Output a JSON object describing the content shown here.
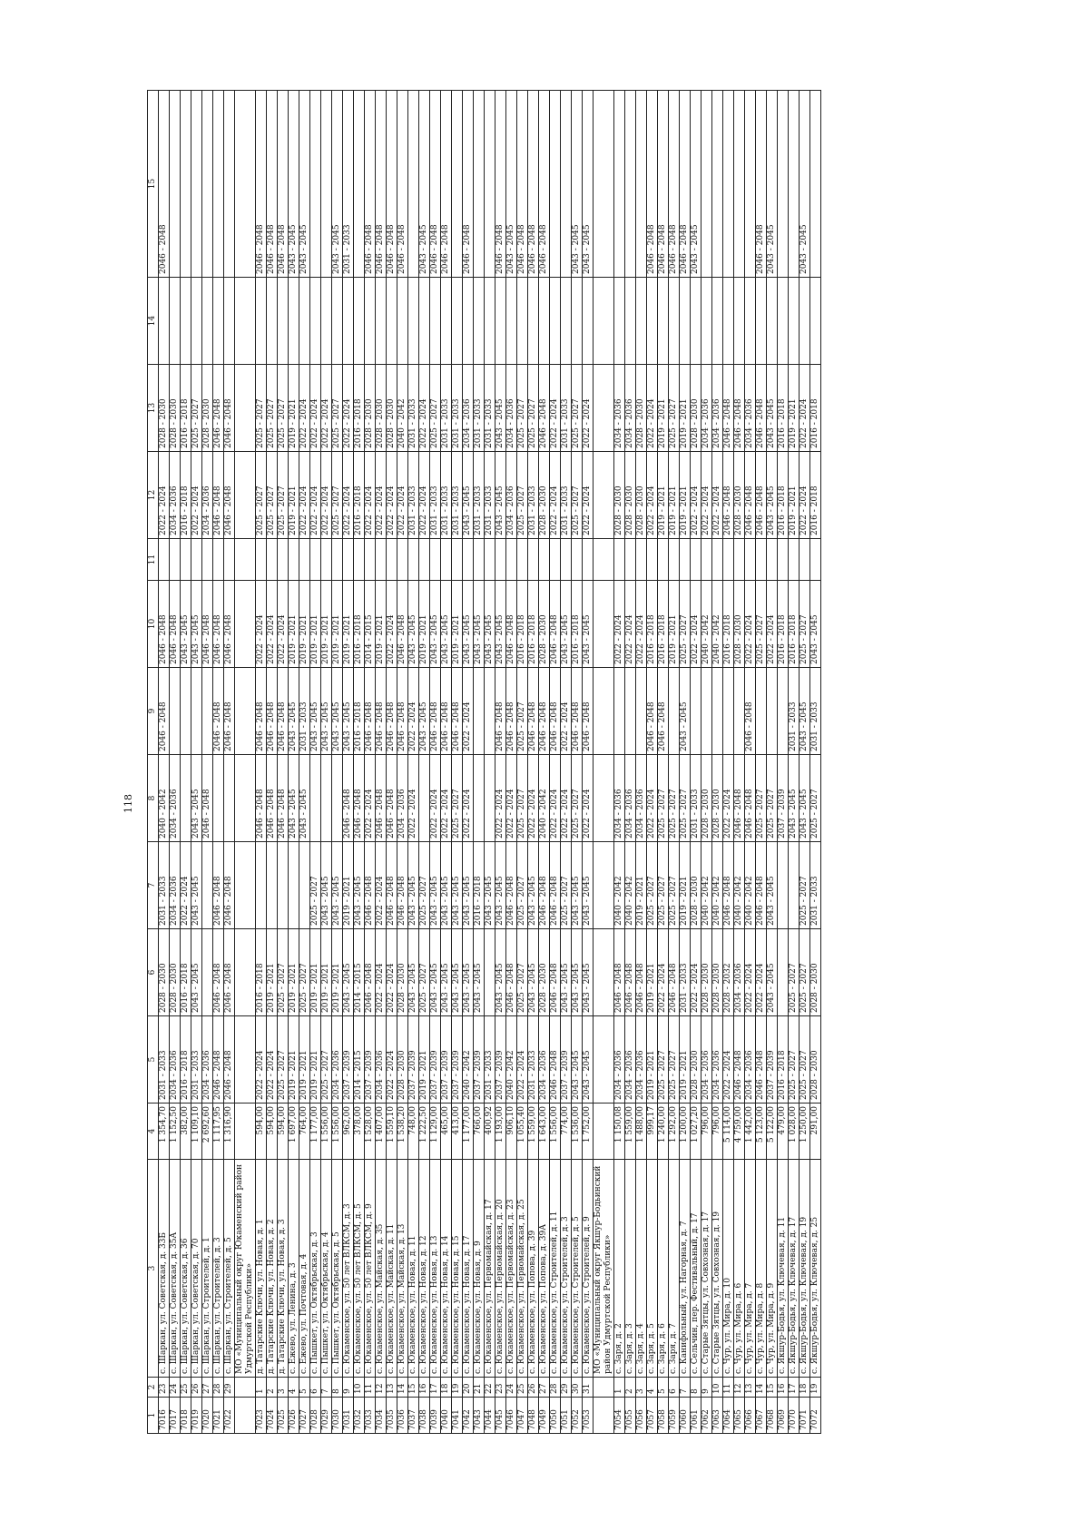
{
  "page_number": "118",
  "columns": [
    "1",
    "2",
    "3",
    "4",
    "5",
    "6",
    "7",
    "8",
    "9",
    "10",
    "11",
    "12",
    "13",
    "14",
    "15"
  ],
  "rows": [
    {
      "c": [
        "7016",
        "23",
        "с. Шаркан, ул. Советская, д. 33Б",
        "1 354,70",
        "2031 - 2033",
        "2028 - 2030",
        "2031 - 2033",
        "2040 - 2042",
        "2046 - 2048",
        "2046 - 2048",
        "",
        "2022 - 2024",
        "2028 - 2030",
        "",
        "2046 - 2048"
      ]
    },
    {
      "c": [
        "7017",
        "24",
        "с. Шаркан, ул. Советская, д. 35А",
        "1 152,50",
        "2034 - 2036",
        "2028 - 2030",
        "2034 - 2036",
        "2034 - 2036",
        "",
        "2046 - 2048",
        "",
        "2034 - 2036",
        "2028 - 2030",
        "",
        ""
      ]
    },
    {
      "c": [
        "7018",
        "25",
        "с. Шаркан, ул. Советская, д. 36",
        "382,00",
        "2016 - 2018",
        "2016 - 2018",
        "2022 - 2024",
        "",
        "",
        "2043 - 2045",
        "",
        "2016 - 2018",
        "2016 - 2018",
        "",
        ""
      ]
    },
    {
      "c": [
        "7019",
        "26",
        "с. Шаркан, ул. Советская, д. 70",
        "1 109,10",
        "2031 - 2033",
        "2043 - 2045",
        "2043 - 2045",
        "2043 - 2045",
        "",
        "2043 - 2045",
        "",
        "2022 - 2024",
        "2025 - 2027",
        "",
        ""
      ]
    },
    {
      "c": [
        "7020",
        "27",
        "с. Шаркан, ул. Строителей, д. 1",
        "2 692,60",
        "2034 - 2036",
        "",
        "",
        "2046 - 2048",
        "",
        "2046 - 2048",
        "",
        "2034 - 2036",
        "2028 - 2030",
        "",
        ""
      ]
    },
    {
      "c": [
        "7021",
        "28",
        "с. Шаркан, ул. Строителей, д. 3",
        "1 117,95",
        "2046 - 2048",
        "2046 - 2048",
        "2046 - 2048",
        "",
        "2046 - 2048",
        "2046 - 2048",
        "",
        "2046 - 2048",
        "2046 - 2048",
        "",
        ""
      ]
    },
    {
      "c": [
        "7022",
        "29",
        "с. Шаркан, ул. Строителей, д. 5",
        "1 316,90",
        "2046 - 2048",
        "2046 - 2048",
        "2046 - 2048",
        "",
        "2046 - 2048",
        "2046 - 2048",
        "",
        "2046 - 2048",
        "2046 - 2048",
        "",
        ""
      ]
    },
    {
      "section": "МО «Муниципальный округ Юкаменский район Удмуртской Республики»"
    },
    {
      "c": [
        "7023",
        "1",
        "д. Татарские Ключи, ул. Новая, д. 1",
        "594,00",
        "2022 - 2024",
        "2016 - 2018",
        "",
        "2046 - 2048",
        "2046 - 2048",
        "2022 - 2024",
        "",
        "2025 - 2027",
        "2025 - 2027",
        "",
        "2046 - 2048"
      ]
    },
    {
      "c": [
        "7024",
        "2",
        "д. Татарские Ключи, ул. Новая, д. 2",
        "594,00",
        "2022 - 2024",
        "2019 - 2021",
        "",
        "2046 - 2048",
        "2046 - 2048",
        "2022 - 2024",
        "",
        "2025 - 2027",
        "2025 - 2027",
        "",
        "2046 - 2048"
      ]
    },
    {
      "c": [
        "7025",
        "3",
        "д. Татарские Ключи, ул. Новая, д. 3",
        "594,00",
        "2025 - 2027",
        "2025 - 2027",
        "",
        "2046 - 2048",
        "2046 - 2048",
        "2022 - 2024",
        "",
        "2025 - 2027",
        "2025 - 2027",
        "",
        "2046 - 2048"
      ]
    },
    {
      "c": [
        "7026",
        "4",
        "с. Ежево, ул. Ленина, д. 3",
        "1 697,00",
        "2019 - 2021",
        "2019 - 2021",
        "",
        "2043 - 2045",
        "2043 - 2045",
        "2019 - 2021",
        "",
        "2019 - 2021",
        "2019 - 2021",
        "",
        "2043 - 2045"
      ]
    },
    {
      "c": [
        "7027",
        "5",
        "с. Ежево, ул. Почтовая, д. 4",
        "764,00",
        "2019 - 2021",
        "2025 - 2027",
        "",
        "2043 - 2045",
        "2031 - 2033",
        "2019 - 2021",
        "",
        "2022 - 2024",
        "2022 - 2024",
        "",
        "2043 - 2045"
      ]
    },
    {
      "c": [
        "7028",
        "6",
        "с. Пышкет, ул. Октябрьская, д. 3",
        "1 177,00",
        "2019 - 2021",
        "2019 - 2021",
        "2025 - 2027",
        "",
        "2043 - 2045",
        "2019 - 2021",
        "",
        "2022 - 2024",
        "2022 - 2024",
        "",
        ""
      ]
    },
    {
      "c": [
        "7029",
        "7",
        "с. Пышкет, ул. Октябрьская, д. 4",
        "1 556,00",
        "2025 - 2027",
        "2019 - 2021",
        "2043 - 2045",
        "",
        "2043 - 2045",
        "2019 - 2021",
        "",
        "2022 - 2024",
        "2022 - 2024",
        "",
        ""
      ]
    },
    {
      "c": [
        "7030",
        "8",
        "с. Пышкет, ул. Октябрьская, д. 5",
        "1 556,00",
        "2034 - 2036",
        "2019 - 2021",
        "2043 - 2045",
        "",
        "2043 - 2045",
        "2019 - 2021",
        "",
        "2025 - 2027",
        "2025 - 2027",
        "",
        "2043 - 2045"
      ]
    },
    {
      "c": [
        "7031",
        "9",
        "с. Юкаменское, ул. 50 лет ВЛКСМ, д. 3",
        "962,00",
        "2037 - 2039",
        "2043 - 2045",
        "2019 - 2021",
        "2046 - 2048",
        "2043 - 2045",
        "2019 - 2021",
        "",
        "2022 - 2024",
        "2022 - 2024",
        "",
        "2031 - 2033"
      ]
    },
    {
      "c": [
        "7032",
        "10",
        "с. Юкаменское, ул. 50 лет ВЛКСМ, д. 5",
        "378,00",
        "2014 - 2015",
        "2014 - 2015",
        "2043 - 2045",
        "2046 - 2048",
        "2016 - 2018",
        "2016 - 2018",
        "",
        "2016 - 2018",
        "2016 - 2018",
        "",
        ""
      ]
    },
    {
      "c": [
        "7033",
        "11",
        "с. Юкаменское, ул. 50 лет ВЛКСМ, д. 9",
        "1 528,00",
        "2037 - 2039",
        "2046 - 2048",
        "2046 - 2048",
        "2022 - 2024",
        "2046 - 2048",
        "2014 - 2015",
        "",
        "2022 - 2024",
        "2028 - 2030",
        "",
        "2046 - 2048"
      ]
    },
    {
      "c": [
        "7034",
        "12",
        "с. Юкаменское, ул. Майская, д. 35",
        "1 407,00",
        "2034 - 2036",
        "2022 - 2024",
        "2022 - 2024",
        "2046 - 2048",
        "2046 - 2048",
        "2019 - 2021",
        "",
        "2022 - 2024",
        "2028 - 2030",
        "",
        "2046 - 2048"
      ]
    },
    {
      "c": [
        "7035",
        "13",
        "с. Юкаменское, ул. Майская, д. 11",
        "1 559,10",
        "2022 - 2024",
        "2022 - 2024",
        "2046 - 2048",
        "2046 - 2048",
        "2046 - 2048",
        "2022 - 2024",
        "",
        "2022 - 2024",
        "2028 - 2030",
        "",
        "2046 - 2048"
      ]
    },
    {
      "c": [
        "7036",
        "14",
        "с. Юкаменское, ул. Майская, д. 13",
        "1 538,20",
        "2028 - 2030",
        "2028 - 2030",
        "2046 - 2048",
        "2034 - 2036",
        "2046 - 2048",
        "2046 - 2048",
        "",
        "2022 - 2024",
        "2040 - 2042",
        "",
        "2046 - 2048"
      ]
    },
    {
      "c": [
        "7037",
        "15",
        "с. Юкаменское, ул. Новая, д. 11",
        "748,00",
        "2037 - 2039",
        "2043 - 2045",
        "2043 - 2045",
        "2022 - 2024",
        "2022 - 2024",
        "2043 - 2045",
        "",
        "2031 - 2033",
        "2031 - 2033",
        "",
        ""
      ]
    },
    {
      "c": [
        "7038",
        "16",
        "с. Юкаменское, ул. Новая, д. 12",
        "1 222,50",
        "2019 - 2021",
        "2025 - 2027",
        "2025 - 2027",
        "",
        "2043 - 2045",
        "2019 - 2021",
        "",
        "2022 - 2024",
        "2022 - 2024",
        "",
        "2043 - 2045"
      ]
    },
    {
      "c": [
        "7039",
        "17",
        "с. Юкаменское, ул. Новая, д. 13",
        "1 129,00",
        "2037 - 2039",
        "2043 - 2045",
        "2043 - 2045",
        "2022 - 2024",
        "2046 - 2048",
        "2043 - 2045",
        "",
        "2031 - 2033",
        "2025 - 2027",
        "",
        "2046 - 2048"
      ]
    },
    {
      "c": [
        "7040",
        "18",
        "с. Юкаменское, ул. Новая, д. 14",
        "465,00",
        "2037 - 2039",
        "2043 - 2045",
        "2043 - 2045",
        "2022 - 2024",
        "2046 - 2048",
        "2043 - 2045",
        "",
        "2031 - 2033",
        "2031 - 2033",
        "",
        "2046 - 2048"
      ]
    },
    {
      "c": [
        "7041",
        "19",
        "с. Юкаменское, ул. Новая, д. 15",
        "413,00",
        "2037 - 2039",
        "2043 - 2045",
        "2043 - 2045",
        "2025 - 2027",
        "2046 - 2048",
        "2019 - 2021",
        "",
        "2031 - 2033",
        "2031 - 2033",
        "",
        ""
      ]
    },
    {
      "c": [
        "7042",
        "20",
        "с. Юкаменское, ул. Новая, д. 17",
        "1 177,00",
        "2040 - 2042",
        "2043 - 2045",
        "2043 - 2045",
        "2022 - 2024",
        "2022 - 2024",
        "2043 - 2045",
        "",
        "2043 - 2045",
        "2034 - 2036",
        "",
        "2046 - 2048"
      ]
    },
    {
      "c": [
        "7043",
        "21",
        "с. Юкаменское, ул. Новая, д. 9",
        "766,00",
        "2037 - 2039",
        "2043 - 2045",
        "2016 - 2018",
        "",
        "",
        "2043 - 2045",
        "",
        "2031 - 2033",
        "2031 - 2033",
        "",
        ""
      ]
    },
    {
      "c": [
        "7044",
        "22",
        "с. Юкаменское, ул. Первомайская, д. 17",
        "400,92",
        "2031 - 2033",
        "",
        "2043 - 2045",
        "",
        "",
        "2043 - 2045",
        "",
        "2031 - 2033",
        "2031 - 2033",
        "",
        ""
      ]
    },
    {
      "c": [
        "7045",
        "23",
        "с. Юкаменское, ул. Первомайская, д. 20",
        "1 193,00",
        "2037 - 2039",
        "2043 - 2045",
        "2043 - 2045",
        "2022 - 2024",
        "2046 - 2048",
        "2043 - 2045",
        "",
        "2043 - 2045",
        "2043 - 2045",
        "",
        "2046 - 2048"
      ]
    },
    {
      "c": [
        "7046",
        "24",
        "с. Юкаменское, ул. Первомайская, д. 23",
        "906,10",
        "2040 - 2042",
        "2046 - 2048",
        "2046 - 2048",
        "2022 - 2024",
        "2046 - 2048",
        "2046 - 2048",
        "",
        "2034 - 2036",
        "2034 - 2036",
        "",
        "2043 - 2045"
      ]
    },
    {
      "c": [
        "7047",
        "25",
        "с. Юкаменское, ул. Первомайская, д. 25",
        "1 055,40",
        "2022 - 2024",
        "2025 - 2027",
        "2025 - 2027",
        "2025 - 2027",
        "2025 - 2027",
        "2016 - 2018",
        "",
        "2025 - 2027",
        "2025 - 2027",
        "",
        "2046 - 2048"
      ]
    },
    {
      "c": [
        "7048",
        "26",
        "с. Юкаменское, ул. Попова, д. 39",
        "1 559,00",
        "2031 - 2033",
        "2043 - 2045",
        "2043 - 2045",
        "2022 - 2024",
        "2046 - 2048",
        "2016 - 2018",
        "",
        "2031 - 2033",
        "2025 - 2027",
        "",
        "2046 - 2048"
      ]
    },
    {
      "c": [
        "7049",
        "27",
        "с. Юкаменское, ул. Попова, д. 39А",
        "1 643,00",
        "2034 - 2036",
        "2028 - 2030",
        "2046 - 2048",
        "2040 - 2042",
        "2046 - 2048",
        "2028 - 2030",
        "",
        "2028 - 2030",
        "2046 - 2048",
        "",
        "2046 - 2048"
      ]
    },
    {
      "c": [
        "7050",
        "28",
        "с. Юкаменское, ул. Строителей, д. 11",
        "1 556,00",
        "2046 - 2048",
        "2046 - 2048",
        "2046 - 2048",
        "2022 - 2024",
        "2046 - 2048",
        "2046 - 2048",
        "",
        "2022 - 2024",
        "2022 - 2024",
        "",
        ""
      ]
    },
    {
      "c": [
        "7051",
        "29",
        "с. Юкаменское, ул. Строителей, д. 3",
        "774,00",
        "2037 - 2039",
        "2043 - 2045",
        "2025 - 2027",
        "2022 - 2024",
        "2022 - 2024",
        "2043 - 2045",
        "",
        "2031 - 2033",
        "2031 - 2033",
        "",
        ""
      ]
    },
    {
      "c": [
        "7052",
        "30",
        "с. Юкаменское, ул. Строителей, д. 5",
        "1 536,00",
        "2043 - 2045",
        "2043 - 2045",
        "2043 - 2045",
        "2025 - 2027",
        "2046 - 2048",
        "2016 - 2018",
        "",
        "2025 - 2027",
        "2025 - 2027",
        "",
        "2043 - 2045"
      ]
    },
    {
      "c": [
        "7053",
        "31",
        "с. Юкаменское, ул. Строителей, д. 9",
        "1 752,00",
        "2043 - 2045",
        "2043 - 2045",
        "2043 - 2045",
        "2022 - 2024",
        "2046 - 2048",
        "2043 - 2045",
        "",
        "2022 - 2024",
        "2022 - 2024",
        "",
        "2043 - 2045"
      ]
    },
    {
      "section": "МО «Муниципальный округ Якшур-Бодьинский район Удмуртской Республики»"
    },
    {
      "c": [
        "7054",
        "1",
        "с. Заря, д. 2",
        "1 150,08",
        "2034 - 2036",
        "2046 - 2048",
        "2040 - 2042",
        "2034 - 2036",
        "",
        "2022 - 2024",
        "",
        "2028 - 2030",
        "2034 - 2036",
        "",
        ""
      ]
    },
    {
      "c": [
        "7055",
        "2",
        "с. Заря, д. 3",
        "1 559,00",
        "2034 - 2036",
        "2046 - 2048",
        "2040 - 2042",
        "2034 - 2036",
        "",
        "2022 - 2024",
        "",
        "2028 - 2030",
        "2034 - 2036",
        "",
        ""
      ]
    },
    {
      "c": [
        "7056",
        "3",
        "с. Заря, д. 4",
        "1 488,00",
        "2034 - 2036",
        "2046 - 2048",
        "2019 - 2021",
        "2034 - 2036",
        "",
        "2022 - 2024",
        "",
        "2028 - 2030",
        "2028 - 2030",
        "",
        ""
      ]
    },
    {
      "c": [
        "7057",
        "4",
        "с. Заря, д. 5",
        "999,17",
        "2019 - 2021",
        "2019 - 2021",
        "2025 - 2027",
        "2022 - 2024",
        "2046 - 2048",
        "2016 - 2018",
        "",
        "2022 - 2024",
        "2022 - 2024",
        "",
        "2046 - 2048"
      ]
    },
    {
      "c": [
        "7058",
        "5",
        "с. Заря, д. 6",
        "1 240,00",
        "2025 - 2027",
        "2022 - 2024",
        "2025 - 2027",
        "2025 - 2027",
        "2046 - 2048",
        "2016 - 2018",
        "",
        "2019 - 2021",
        "2019 - 2021",
        "",
        "2046 - 2048"
      ]
    },
    {
      "c": [
        "7059",
        "6",
        "с. Заря, д. 7",
        "1 292,00",
        "2025 - 2027",
        "2046 - 2048",
        "2025 - 2027",
        "2025 - 2027",
        "",
        "2019 - 2021",
        "",
        "2019 - 2021",
        "2025 - 2027",
        "",
        "2046 - 2048"
      ]
    },
    {
      "c": [
        "7060",
        "7",
        "с. Канифольный, ул. Нагорная, д. 7",
        "1 200,00",
        "2019 - 2021",
        "2031 - 2033",
        "2019 - 2021",
        "2025 - 2027",
        "2043 - 2045",
        "2025 - 2027",
        "",
        "2019 - 2021",
        "2019 - 2021",
        "",
        "2046 - 2048"
      ]
    },
    {
      "c": [
        "7061",
        "8",
        "с. Сельчин, пер. Фестивальный, д. 17",
        "1 027,20",
        "2028 - 2030",
        "2022 - 2024",
        "2028 - 2030",
        "2031 - 2033",
        "",
        "2022 - 2024",
        "",
        "2022 - 2024",
        "2028 - 2030",
        "",
        "2043 - 2045"
      ]
    },
    {
      "c": [
        "7062",
        "9",
        "с. Старые Зятцы, ул. Совхозная, д. 17",
        "796,00",
        "2034 - 2036",
        "2028 - 2030",
        "2040 - 2042",
        "2028 - 2030",
        "",
        "2040 - 2042",
        "",
        "2022 - 2024",
        "2034 - 2036",
        "",
        ""
      ]
    },
    {
      "c": [
        "7063",
        "10",
        "с. Старые Зятцы, ул. Совхозная, д. 19",
        "796,00",
        "2034 - 2036",
        "2028 - 2030",
        "2040 - 2042",
        "2028 - 2030",
        "",
        "2040 - 2042",
        "",
        "2022 - 2024",
        "2034 - 2036",
        "",
        ""
      ]
    },
    {
      "c": [
        "7064",
        "11",
        "с. Чур, ул. Мира, д. 10",
        "5 114,00",
        "2022 - 2024",
        "2028 - 2032",
        "2046 - 2048",
        "2022 - 2024",
        "",
        "2016 - 2018",
        "",
        "2046 - 2048",
        "2046 - 2048",
        "",
        ""
      ]
    },
    {
      "c": [
        "7065",
        "12",
        "с. Чур, ул. Мира, д. 6",
        "4 759,00",
        "2046 - 2048",
        "2034 - 2036",
        "2040 - 2042",
        "2046 - 2048",
        "",
        "2028 - 2030",
        "",
        "2028 - 2030",
        "2046 - 2048",
        "",
        ""
      ]
    },
    {
      "c": [
        "7066",
        "13",
        "с. Чур, ул. Мира, д. 7",
        "1 442,00",
        "2034 - 2036",
        "2022 - 2024",
        "2040 - 2042",
        "2046 - 2048",
        "2046 - 2048",
        "2022 - 2024",
        "",
        "2046 - 2048",
        "2034 - 2036",
        "",
        ""
      ]
    },
    {
      "c": [
        "7067",
        "14",
        "с. Чур, ул. Мира, д. 8",
        "5 123,00",
        "2046 - 2048",
        "2022 - 2024",
        "2046 - 2048",
        "2025 - 2027",
        "",
        "2025 - 2027",
        "",
        "2046 - 2048",
        "2046 - 2048",
        "",
        "2046 - 2048"
      ]
    },
    {
      "c": [
        "7068",
        "15",
        "с. Чур, ул. Мира, д. 9",
        "5 122,00",
        "2037 - 2039",
        "2043 - 2045",
        "2043 - 2045",
        "2025 - 2027",
        "",
        "2022 - 2024",
        "",
        "2043 - 2045",
        "2043 - 2045",
        "",
        "2043 - 2045"
      ]
    },
    {
      "c": [
        "7069",
        "16",
        "с. Якшур-Бодья, ул. Ключевая, д. 11",
        "479,00",
        "2016 - 2018",
        "",
        "",
        "2037 - 2039",
        "",
        "2016 - 2018",
        "",
        "2016 - 2018",
        "2016 - 2018",
        "",
        ""
      ]
    },
    {
      "c": [
        "7070",
        "17",
        "с. Якшур-Бодья, ул. Ключевая, д. 17",
        "1 028,00",
        "2025 - 2027",
        "2025 - 2027",
        "",
        "2043 - 2045",
        "2031 - 2033",
        "2016 - 2018",
        "",
        "2019 - 2021",
        "2019 - 2021",
        "",
        ""
      ]
    },
    {
      "c": [
        "7071",
        "18",
        "с. Якшур-Бодья, ул. Ключевая, д. 19",
        "1 250,00",
        "2025 - 2027",
        "2025 - 2027",
        "2025 - 2027",
        "2043 - 2045",
        "2043 - 2045",
        "2025 - 2027",
        "",
        "2022 - 2024",
        "2022 - 2024",
        "",
        "2043 - 2045"
      ]
    },
    {
      "c": [
        "7072",
        "19",
        "с. Якшур-Бодья, ул. Ключевая, д. 25",
        "291,00",
        "2028 - 2030",
        "2028 - 2030",
        "2031 - 2033",
        "2025 - 2027",
        "2031 - 2033",
        "2043 - 2045",
        "",
        "2016 - 2018",
        "2016 - 2018",
        "",
        ""
      ]
    }
  ]
}
